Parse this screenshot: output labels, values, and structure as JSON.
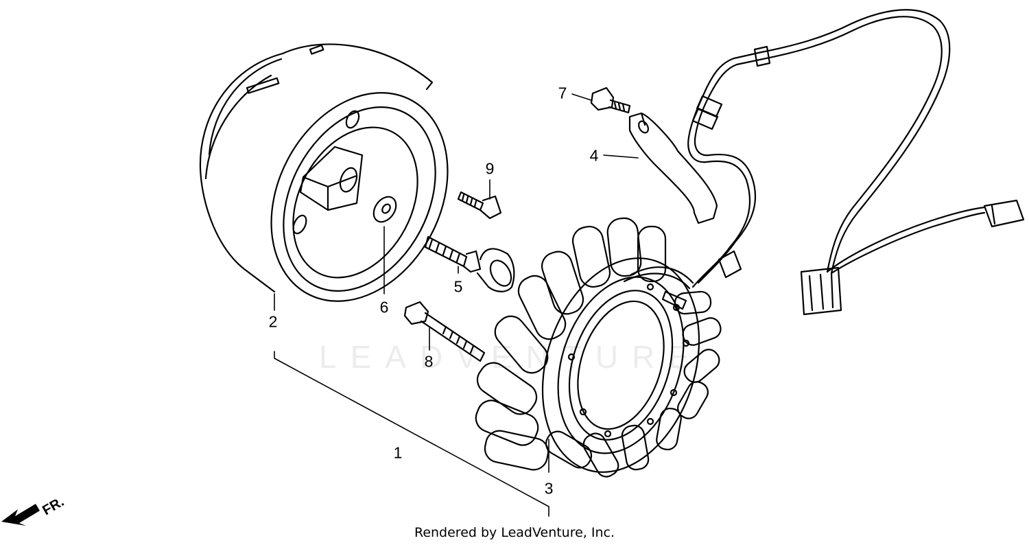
{
  "callouts": {
    "c1": "1",
    "c2": "2",
    "c3": "3",
    "c4": "4",
    "c5": "5",
    "c6": "6",
    "c7": "7",
    "c8": "8",
    "c9": "9"
  },
  "direction_marker": "FR.",
  "credit": "Rendered by LeadVenture, Inc.",
  "watermark": "LEADVENTURE",
  "colors": {
    "line": "#000000",
    "background": "#ffffff"
  }
}
